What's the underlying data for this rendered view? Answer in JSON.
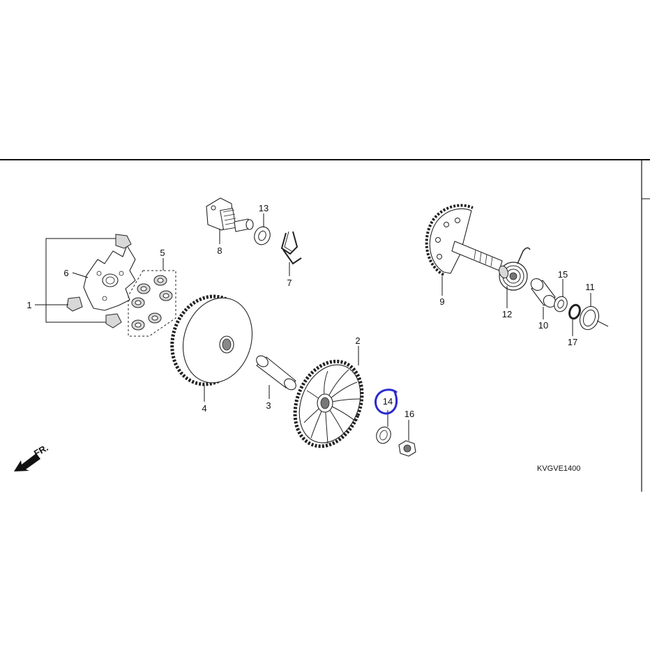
{
  "diagram": {
    "code": "KVGVE1400",
    "front_marker": "FR.",
    "highlight_color": "#2a2ad0",
    "highlighted_part": "14",
    "callouts": [
      "1",
      "2",
      "3",
      "4",
      "5",
      "6",
      "7",
      "8",
      "9",
      "10",
      "11",
      "12",
      "13",
      "14",
      "15",
      "16",
      "17"
    ]
  }
}
